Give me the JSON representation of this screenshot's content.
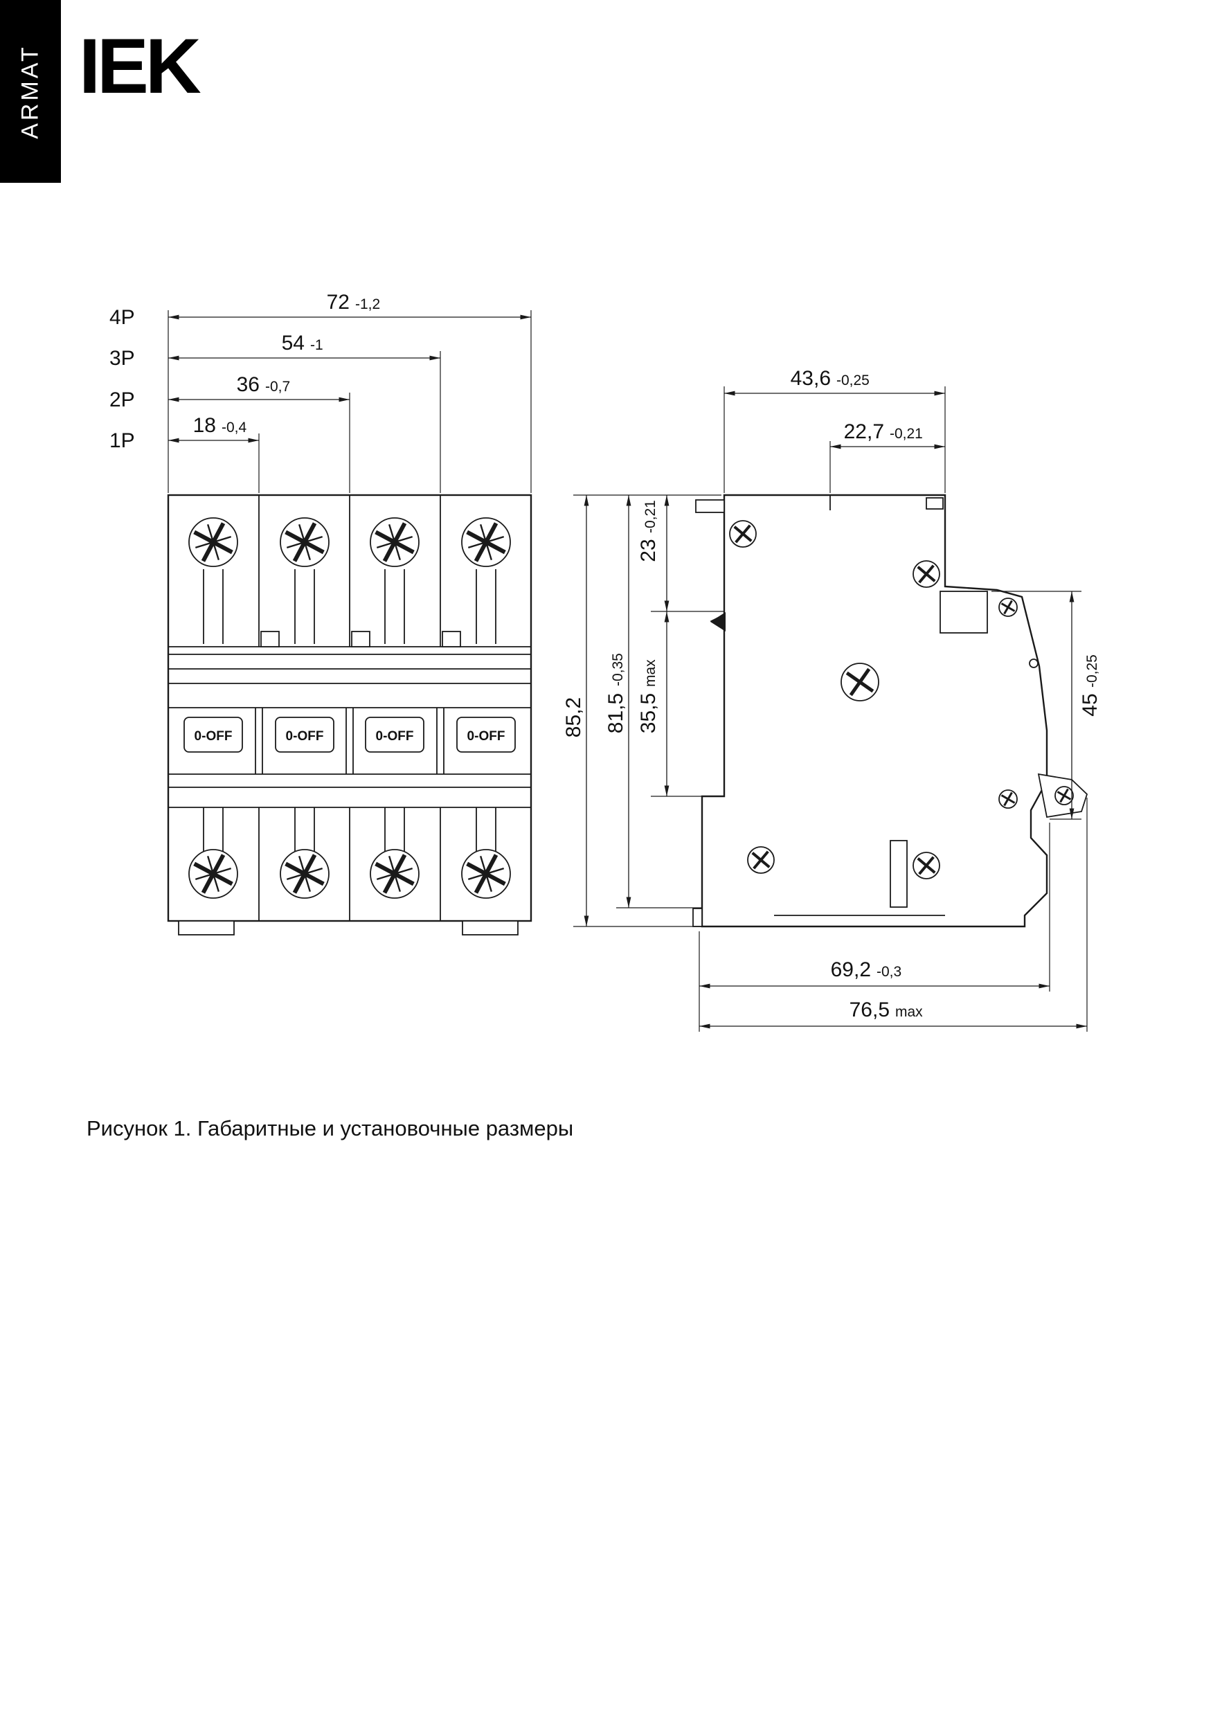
{
  "brand": {
    "sidebar_text": "ARMAT",
    "logo_text": "IEK"
  },
  "caption": "Рисунок 1. Габаритные и установочные размеры",
  "front_view": {
    "switch_label": "0-OFF",
    "pole_dims": [
      {
        "label": "4P",
        "value": "72",
        "tol": "-1,2"
      },
      {
        "label": "3P",
        "value": "54",
        "tol": "-1"
      },
      {
        "label": "2P",
        "value": "36",
        "tol": "-0,7"
      },
      {
        "label": "1P",
        "value": "18",
        "tol": "-0,4"
      }
    ]
  },
  "side_view": {
    "dims": {
      "top_width": {
        "value": "43,6",
        "tol": "-0,25"
      },
      "upper_width": {
        "value": "22,7",
        "tol": "-0,21"
      },
      "upper_height": {
        "value": "23",
        "tol": "-0,21"
      },
      "mid_height": {
        "value": "35,5",
        "tol": "max"
      },
      "total_height": {
        "value": "85,2",
        "tol": ""
      },
      "body_height": {
        "value": "81,5",
        "tol": "-0,35"
      },
      "front_height": {
        "value": "45",
        "tol": "-0,25"
      },
      "mount_depth": {
        "value": "69,2",
        "tol": "-0,3"
      },
      "max_depth": {
        "value": "76,5",
        "tol": "max"
      }
    }
  }
}
